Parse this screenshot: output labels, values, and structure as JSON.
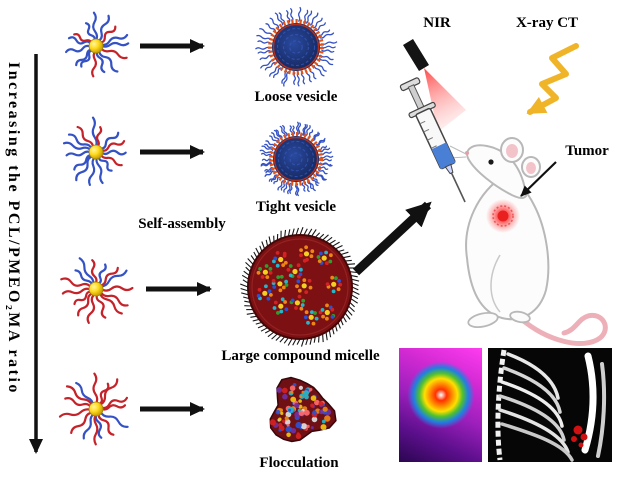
{
  "figure": {
    "axis_label": "Increasing the PCL/PMEO₂MA ratio",
    "process_labels": {
      "self_assembly": "Self-assembly"
    },
    "structure_labels": {
      "loose_vesicle": "Loose vesicle",
      "tight_vesicle": "Tight vesicle",
      "large_compound_micelle": "Large compound micelle",
      "flocculation": "Flocculation"
    },
    "imaging_labels": {
      "nir": "NIR",
      "xray_ct": "X-ray CT",
      "tumor": "Tumor"
    }
  },
  "colors": {
    "chain_blue": "#3452c4",
    "chain_red": "#c4232a",
    "core_yellow": "#f2d022",
    "vesicle_ring": "#e0551a",
    "compound_fill": "#7c1012",
    "dot_blue": "#2a52d4",
    "dot_green": "#2f9e2f",
    "dot_cyan": "#27b6c9",
    "dot_red": "#d42222",
    "dot_orange": "#eb8617",
    "xray_yellow": "#f0b429",
    "beam_red": "#ff3333",
    "tail_pink": "#eeb0b8",
    "arrow_black": "#111111"
  }
}
